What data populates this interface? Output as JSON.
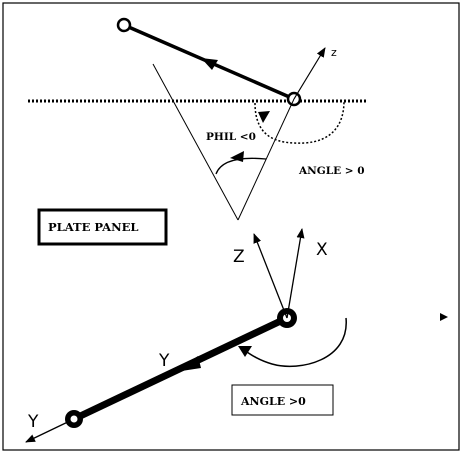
{
  "diagram": {
    "labels": {
      "z_top": "z",
      "phil": "PHIL <0",
      "angle_top": "ANGLE > 0",
      "plate_panel": "PLATE PANEL",
      "z_axis": "Z",
      "x_axis": "X",
      "y_mid": "Y",
      "y_end": "Y",
      "angle_bottom": "ANGLE >0"
    }
  }
}
